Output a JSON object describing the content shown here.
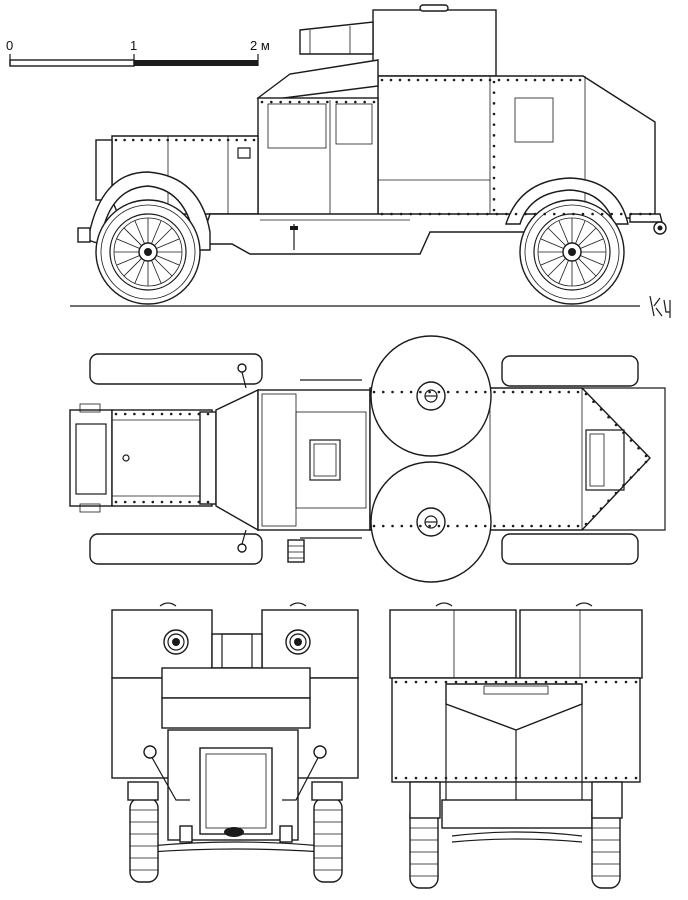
{
  "scale_bar": {
    "labels": [
      "0",
      "1",
      "2 м"
    ]
  },
  "signature": "КЦ",
  "views": [
    {
      "id": "side",
      "icon": "side-elevation"
    },
    {
      "id": "top",
      "icon": "plan-view"
    },
    {
      "id": "front",
      "icon": "front-elevation"
    },
    {
      "id": "rear",
      "icon": "rear-elevation"
    }
  ]
}
